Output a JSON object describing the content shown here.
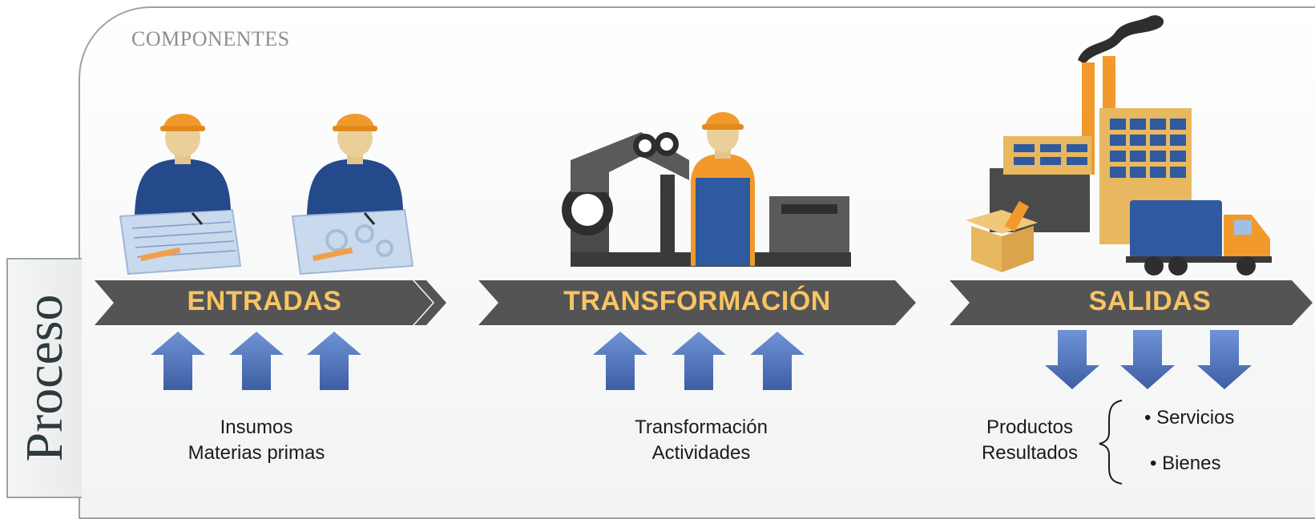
{
  "header": {
    "title": "COMPONENTES"
  },
  "side_label": "Proceso",
  "stages": [
    {
      "name": "ENTRADAS",
      "labels": [
        "Insumos",
        "Materias primas"
      ]
    },
    {
      "name": "TRANSFORMACIÓN",
      "labels": [
        "Transformación",
        "Actividades"
      ]
    },
    {
      "name": "SALIDAS",
      "labels": [
        "Productos",
        "Resultados"
      ],
      "sub_items": [
        "• Servicios",
        "• Bienes"
      ]
    }
  ],
  "colors": {
    "banner": "#545454",
    "banner_text": "#f8c463",
    "arrow_blue": "#4a6fb5",
    "frame": "#9aa3a5"
  },
  "icons": [
    "engineer-icon",
    "engineer-icon",
    "worker-machine-icon",
    "factory-icon",
    "truck-icon",
    "box-icon"
  ]
}
